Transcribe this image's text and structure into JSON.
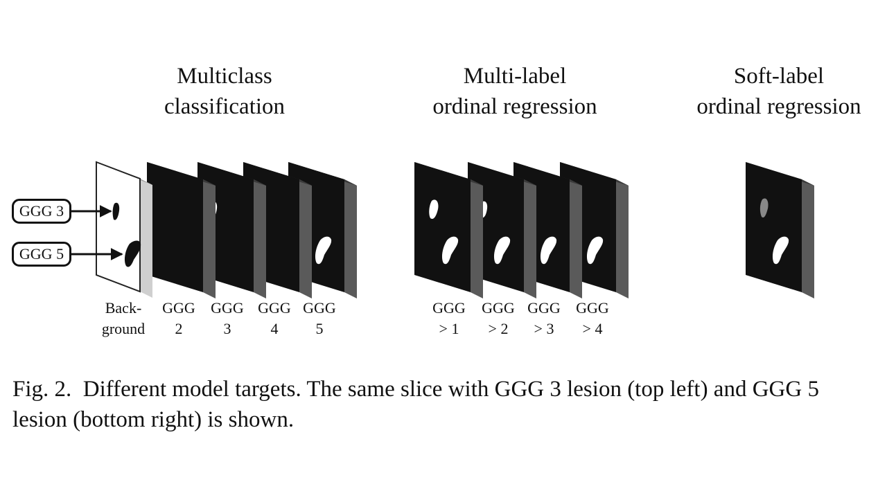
{
  "titles": {
    "multiclass": [
      "Multiclass",
      "classification"
    ],
    "multilabel": [
      "Multi-label",
      "ordinal regression"
    ],
    "soft": [
      "Soft-label",
      "ordinal regression"
    ]
  },
  "annotations": {
    "ggg3": "GGG 3",
    "ggg5": "GGG 5"
  },
  "multiclass_labels": [
    [
      "Back-",
      "ground"
    ],
    [
      "GGG",
      "2"
    ],
    [
      "GGG",
      "3"
    ],
    [
      "GGG",
      "4"
    ],
    [
      "GGG",
      "5"
    ]
  ],
  "multilabel_labels": [
    [
      "GGG",
      "> 1"
    ],
    [
      "GGG",
      "> 2"
    ],
    [
      "GGG",
      "> 3"
    ],
    [
      "GGG",
      "> 4"
    ]
  ],
  "caption": {
    "prefix": "Fig. 2.",
    "text": "Different model targets. The same slice with GGG 3 lesion (top left) and GGG 5 lesion (bottom right) is shown."
  },
  "colors": {
    "slice_face": "#111111",
    "slice_side": "#5a5a5a",
    "background_face": "#ffffff",
    "lesion": "#ffffff",
    "soft_lesion_small": "#888888"
  }
}
